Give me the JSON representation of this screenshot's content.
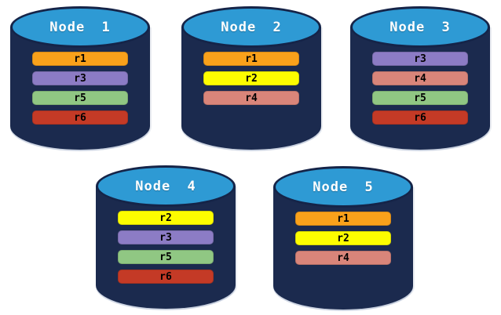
{
  "background": "#FFFFFF",
  "palette": {
    "cylinder_body": "#1B2A4E",
    "cylinder_top": "#2E9AD4",
    "cylinder_outline": "#152448",
    "title_text": "#FFFFFF",
    "replica_text": "#000000"
  },
  "replica_colors": {
    "r1": "#F9A11B",
    "r2": "#FDFD00",
    "r3": "#8C7CC5",
    "r4": "#D9857A",
    "r5": "#90C783",
    "r6": "#C43A26"
  },
  "nodes": [
    {
      "label": "Node 1",
      "replicas": [
        {
          "id": "r1",
          "color": "#F9A11B"
        },
        {
          "id": "r3",
          "color": "#8C7CC5"
        },
        {
          "id": "r5",
          "color": "#90C783"
        },
        {
          "id": "r6",
          "color": "#C43A26"
        }
      ]
    },
    {
      "label": "Node 2",
      "replicas": [
        {
          "id": "r1",
          "color": "#F9A11B"
        },
        {
          "id": "r2",
          "color": "#FDFD00"
        },
        {
          "id": "r4",
          "color": "#D9857A"
        }
      ]
    },
    {
      "label": "Node 3",
      "replicas": [
        {
          "id": "r3",
          "color": "#8C7CC5"
        },
        {
          "id": "r4",
          "color": "#D9857A"
        },
        {
          "id": "r5",
          "color": "#90C783"
        },
        {
          "id": "r6",
          "color": "#C43A26"
        }
      ]
    },
    {
      "label": "Node 4",
      "replicas": [
        {
          "id": "r2",
          "color": "#FDFD00"
        },
        {
          "id": "r3",
          "color": "#8C7CC5"
        },
        {
          "id": "r5",
          "color": "#90C783"
        },
        {
          "id": "r6",
          "color": "#C43A26"
        }
      ]
    },
    {
      "label": "Node 5",
      "replicas": [
        {
          "id": "r1",
          "color": "#F9A11B"
        },
        {
          "id": "r2",
          "color": "#FDFD00"
        },
        {
          "id": "r4",
          "color": "#D9857A"
        }
      ]
    }
  ]
}
